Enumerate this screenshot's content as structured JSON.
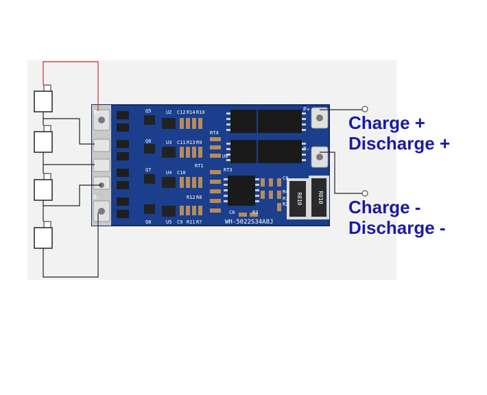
{
  "labels": {
    "positive": [
      "Charge +",
      "Discharge +"
    ],
    "negative": [
      "Charge -",
      "Discharge -"
    ]
  },
  "board": {
    "model": "WH-5022S34A8J",
    "pads": [
      "B+",
      "B-",
      "P+",
      "P-"
    ],
    "components": [
      "Q5",
      "Q6",
      "Q7",
      "Q8",
      "U2",
      "U3",
      "U4",
      "U5",
      "U6",
      "C12",
      "C11",
      "C10",
      "C9",
      "C8",
      "C6",
      "R14",
      "R13",
      "R12",
      "R11",
      "R10",
      "R9",
      "R8",
      "R7",
      "R4",
      "R3",
      "R2",
      "R1",
      "RT1",
      "RT3",
      "RT4"
    ],
    "resistor_marking": "R010"
  },
  "colors": {
    "label": "#1a1aa8",
    "pcb": "#1b3f8c",
    "wire_black": "#222222",
    "wire_red": "#c0303a",
    "photo_bg": "#f2f2f2"
  }
}
